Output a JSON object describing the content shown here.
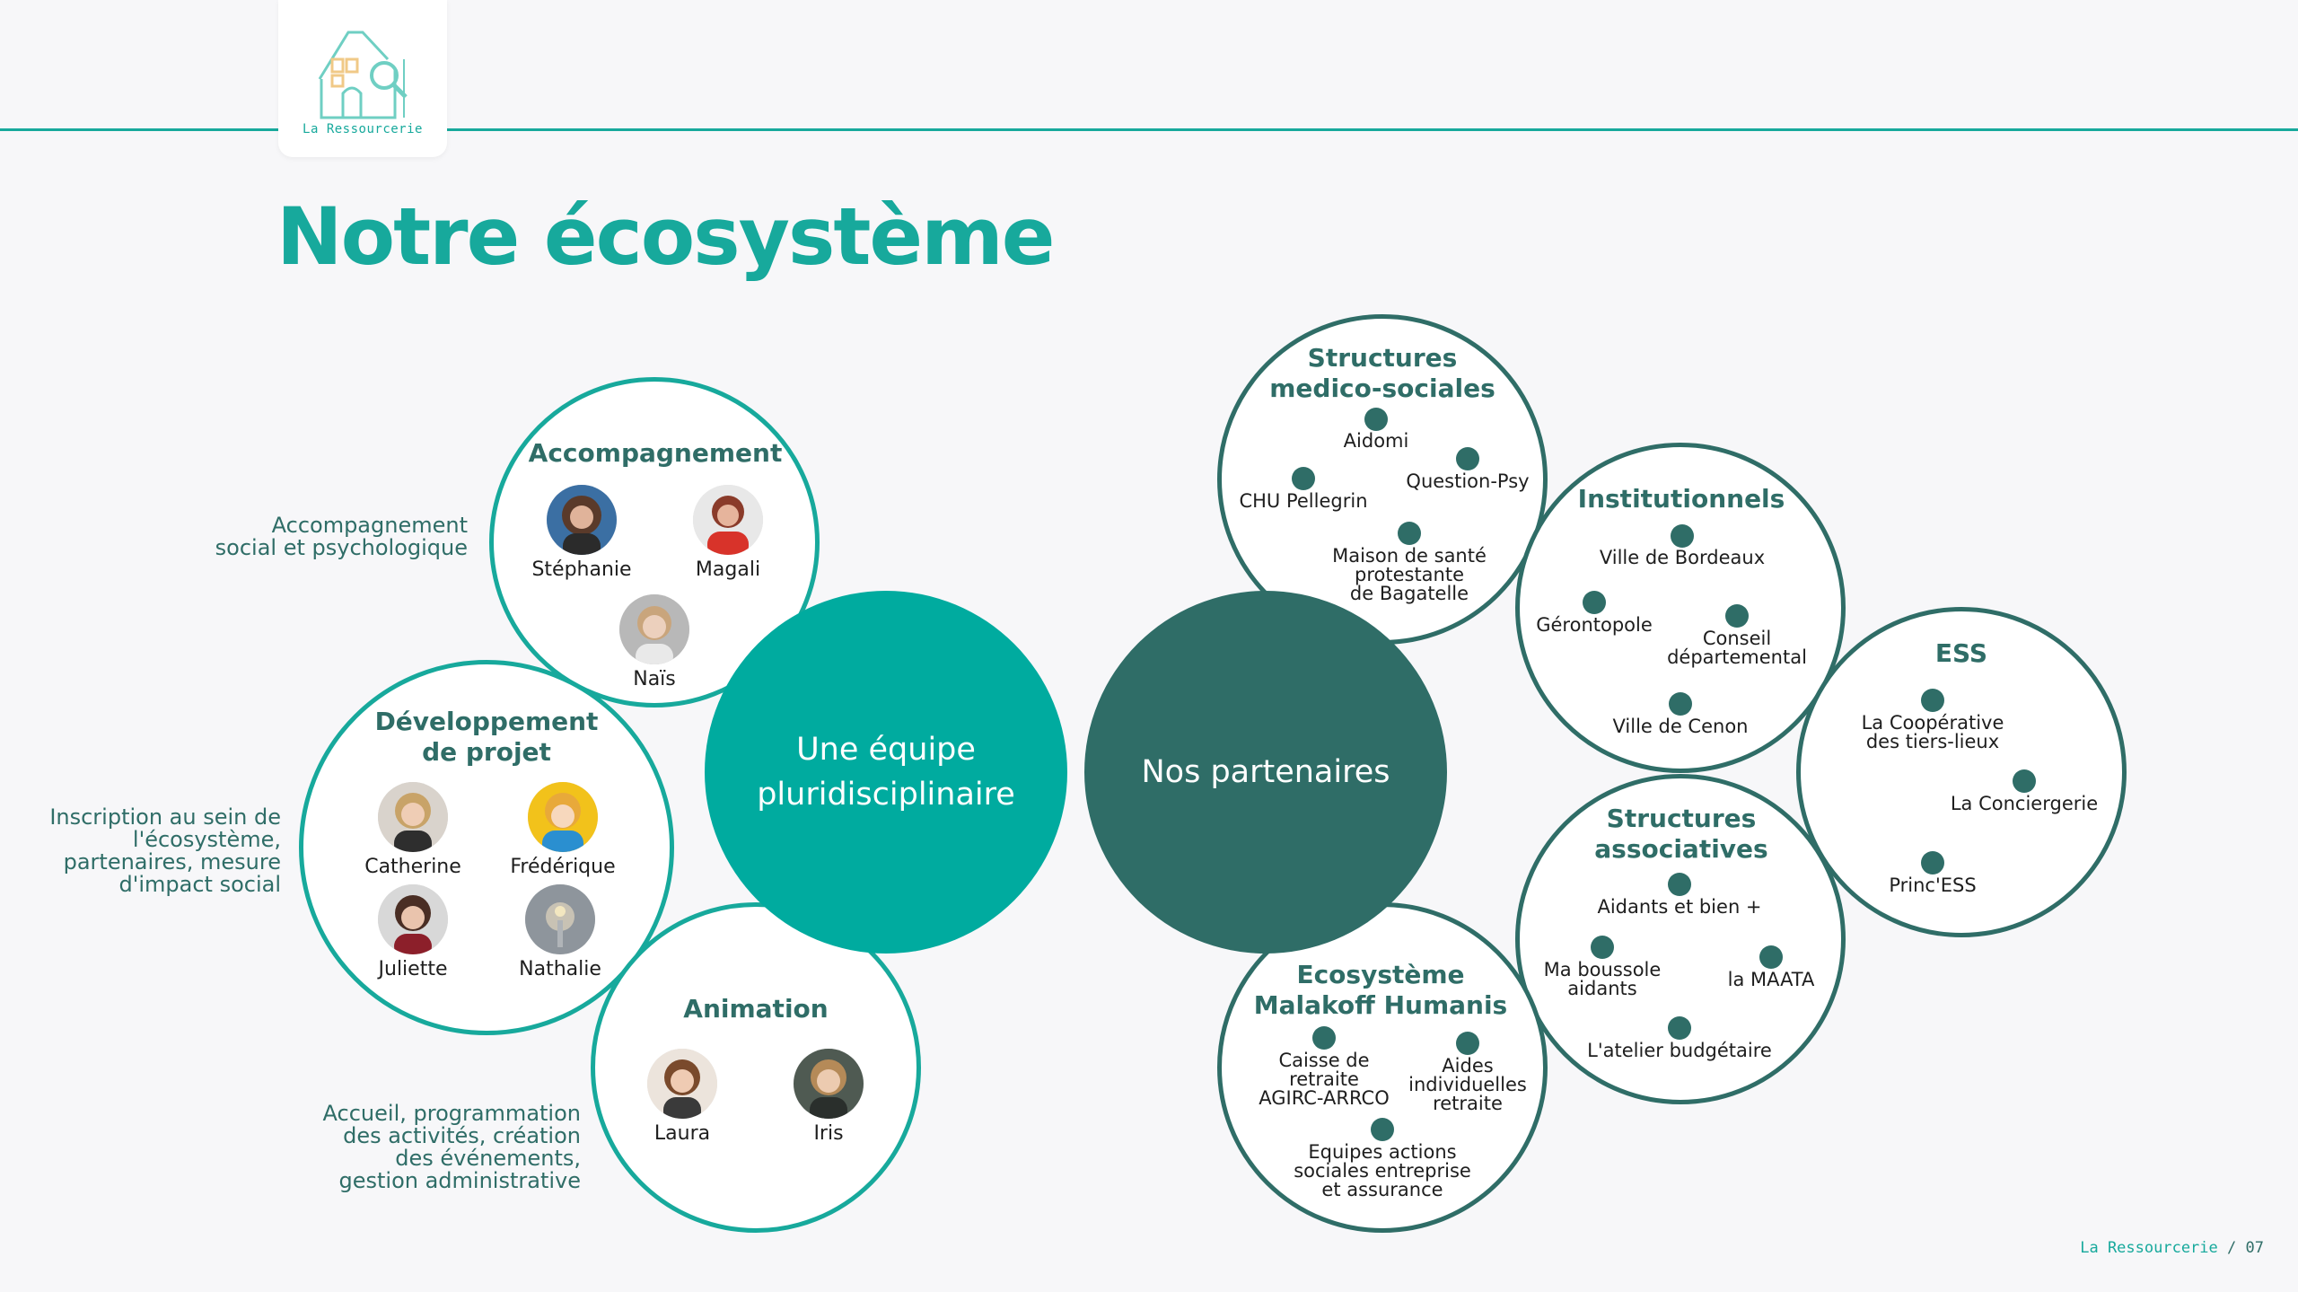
{
  "logo": {
    "name": "La Ressourcerie"
  },
  "title": "Notre écosystème",
  "team": {
    "center_label": "Une équipe\npluridisciplinaire",
    "groups": [
      {
        "title": "Accompagnement",
        "description": "Accompagnement\nsocial et psychologique",
        "members": [
          "Stéphanie",
          "Magali",
          "Naïs"
        ]
      },
      {
        "title": "Développement\nde projet",
        "description": "Inscription au sein de\nl'écosystème,\npartenaires, mesure\nd'impact social",
        "members": [
          "Catherine",
          "Frédérique",
          "Juliette",
          "Nathalie"
        ]
      },
      {
        "title": "Animation",
        "description": "Accueil, programmation\ndes activités, création\ndes événements,\ngestion administrative",
        "members": [
          "Laura",
          "Iris"
        ]
      }
    ]
  },
  "partners": {
    "center_label": "Nos partenaires",
    "groups": [
      {
        "title": "Structures\nmedico-sociales",
        "items": [
          "Aidomi",
          "Question-Psy",
          "CHU Pellegrin",
          "Maison de santé\nprotestante\nde Bagatelle"
        ]
      },
      {
        "title": "Institutionnels",
        "items": [
          "Ville de Bordeaux",
          "Gérontopole",
          "Conseil\ndépartemental",
          "Ville de Cenon"
        ]
      },
      {
        "title": "ESS",
        "items": [
          "La Coopérative\ndes tiers-lieux",
          "La Conciergerie",
          "Princ'ESS"
        ]
      },
      {
        "title": "Structures\nassociatives",
        "items": [
          "Aidants et bien +",
          "Ma boussole\naidants",
          "la MAATA",
          "L'atelier budgétaire"
        ]
      },
      {
        "title": "Ecosystème\nMalakoff Humanis",
        "items": [
          "Caisse de\nretraite\nAGIRC-ARRCO",
          "Aides\nindividuelles\nretraite",
          "Equipes actions\nsociales entreprise\net assurance"
        ]
      }
    ]
  },
  "footer": {
    "brand": "La Ressourcerie",
    "separator": "/",
    "page": "07"
  },
  "colors": {
    "teal": "#17a99c",
    "dark_green": "#2f6d67",
    "center_teal": "#00ab9f",
    "center_dark": "#2f6d67",
    "background": "#f7f7f9"
  }
}
